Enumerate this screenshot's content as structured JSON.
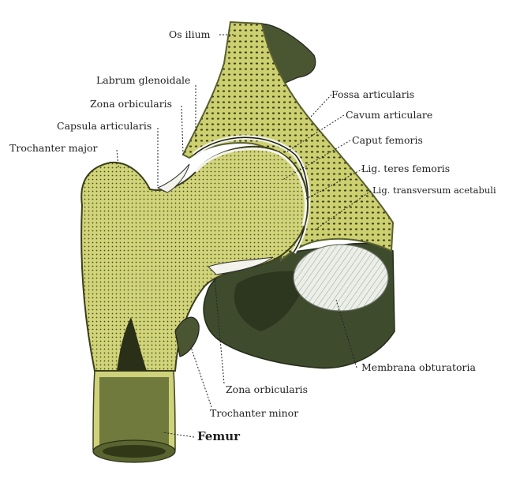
{
  "labels": {
    "os_ilium": "Os ilium",
    "labrum_glenoidale": "Labrum glenoidale",
    "zona_orbicularis_top": "Zona orbicularis",
    "capsula_articularis": "Capsula articularis",
    "trochanter_major": "Trochanter major",
    "fossa_articularis": "Fossa articularis",
    "cavum_articulare": "Cavum articulare",
    "caput_femoris": "Caput femoris",
    "lig_teres_femoris": "Lig. teres femoris",
    "lig_transversum_acetabuli": "Lig. transversum acetabuli",
    "membrana_obturatoria": "Membrana obturatoria",
    "zona_orbicularis_bottom": "Zona orbicularis",
    "trochanter_minor": "Trochanter minor",
    "femur": "Femur"
  },
  "colors": {
    "bone_yellow": "#c9cc6a",
    "bone_light": "#dfe08e",
    "cortex_edge": "#6f7440",
    "marrow_dark": "#2f3520",
    "muscle_dark": "#3d4a2c",
    "membrane_light": "#e6e8e1",
    "cartilage": "#f2f2ea"
  }
}
